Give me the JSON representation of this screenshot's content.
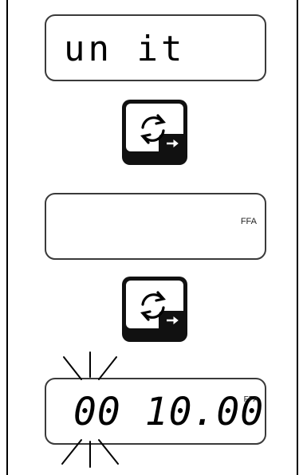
{
  "steps": [
    {
      "display_text": "un it"
    },
    {
      "key_icon": "refresh-icon",
      "corner_icon": "arrow-right-icon"
    },
    {
      "unit_label": "FFA"
    },
    {
      "key_icon": "refresh-icon",
      "corner_icon": "arrow-right-icon"
    },
    {
      "display_value": "00 10.00",
      "unit_label": "FFA",
      "indicator": "blinking-digit"
    }
  ]
}
